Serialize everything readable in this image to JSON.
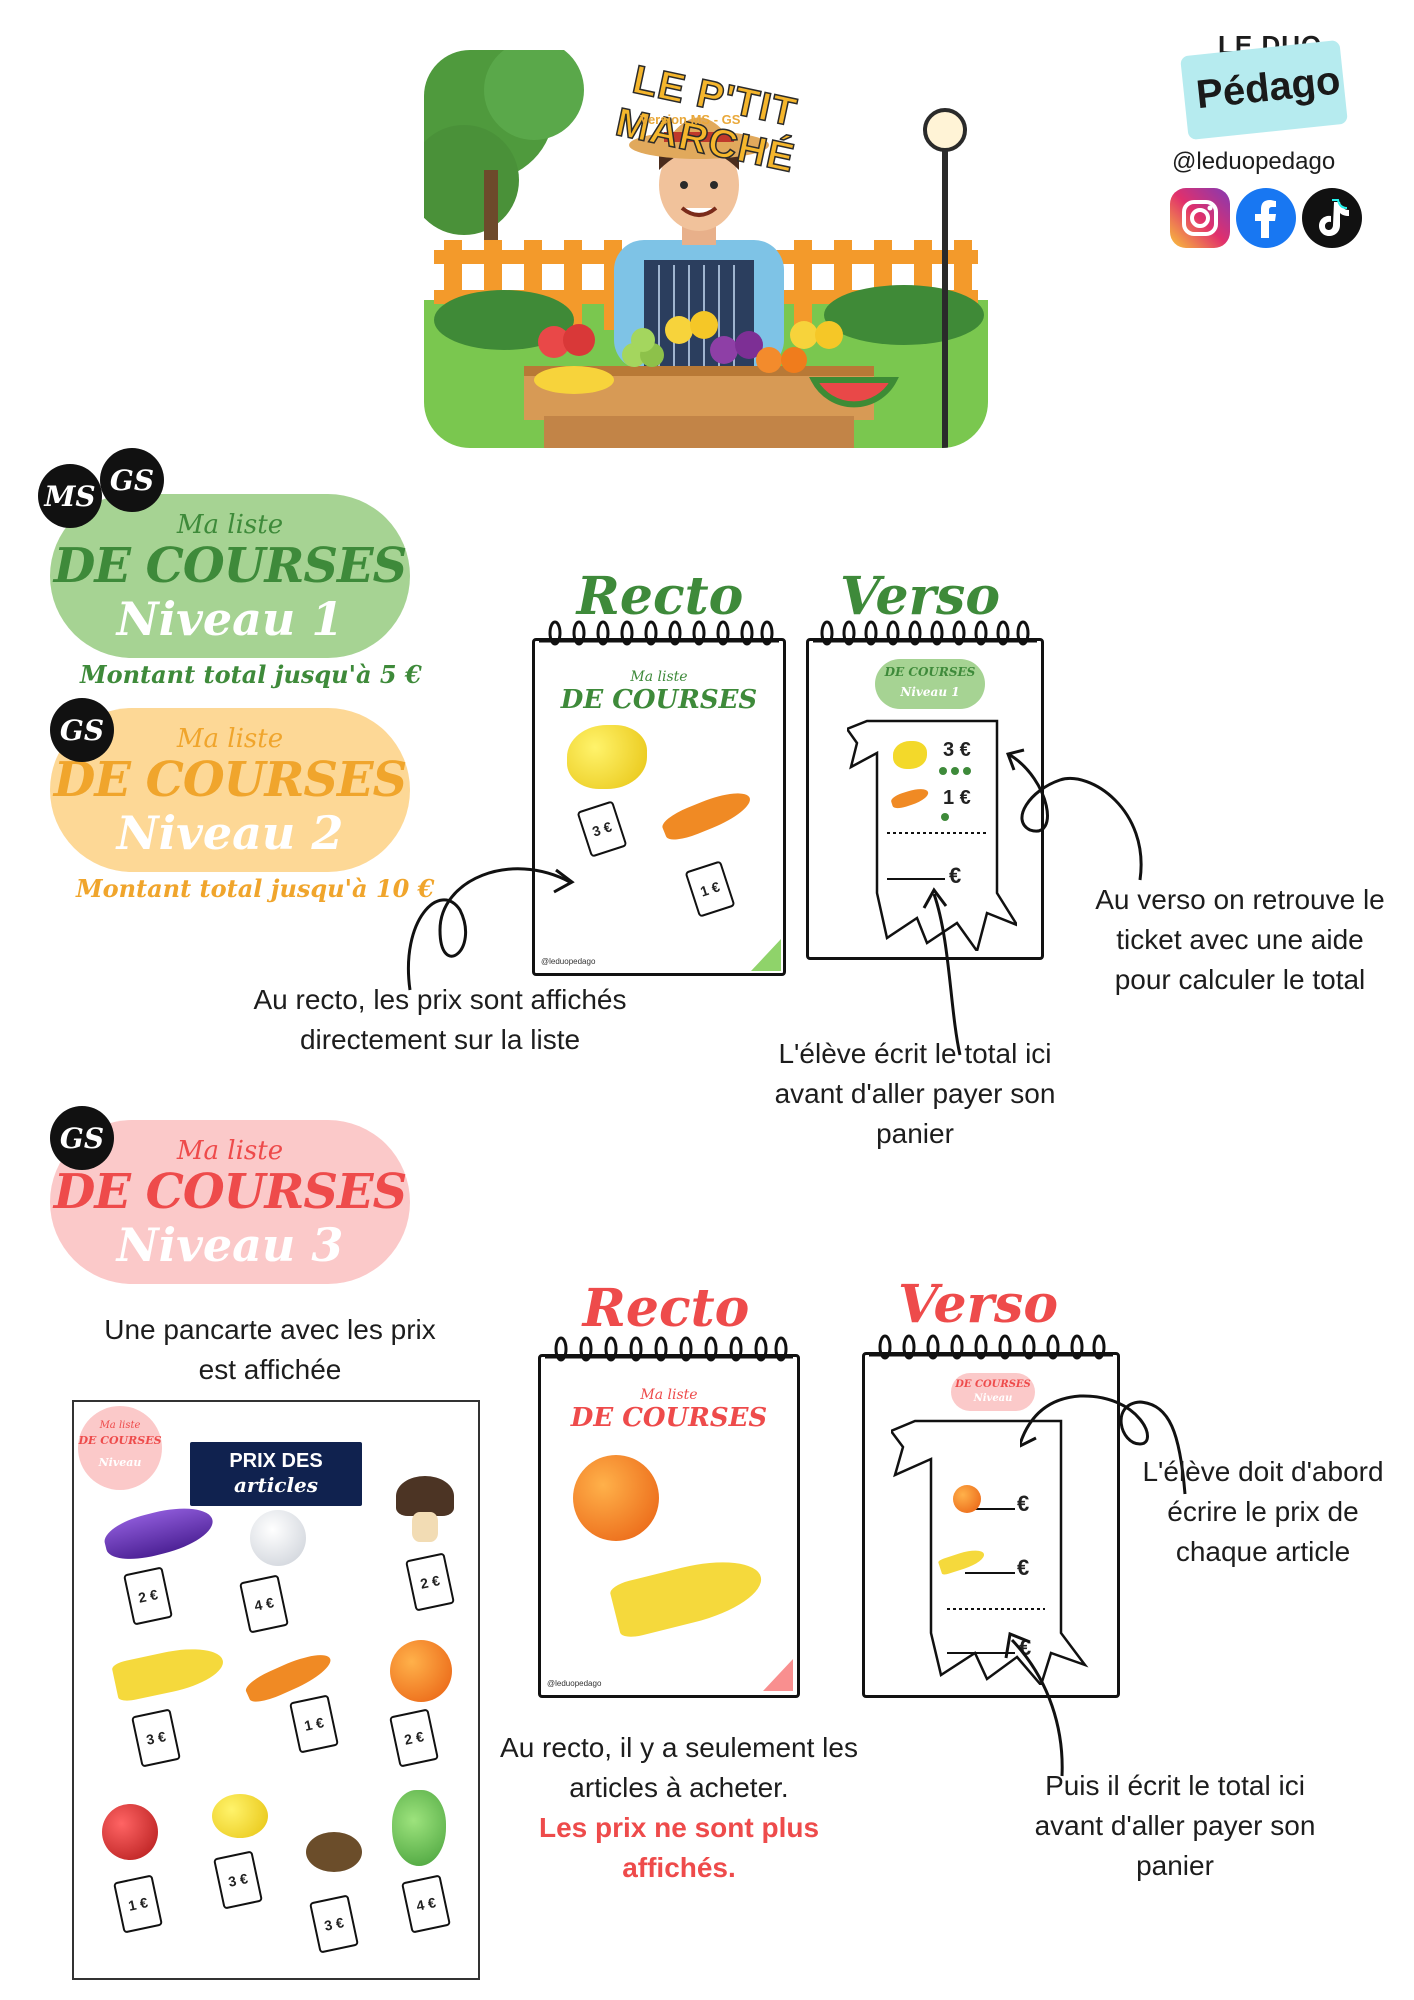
{
  "brand": {
    "top": "LE DUO",
    "name": "Pédago",
    "handle": "@leduopedago",
    "socials": [
      "instagram-icon",
      "facebook-icon",
      "tiktok-icon"
    ]
  },
  "hero": {
    "title": "LE P'TIT MARCHÉ",
    "version": "Version MS - GS"
  },
  "levels": [
    {
      "badges": [
        "MS",
        "GS"
      ],
      "small": "Ma liste",
      "main": "DE COURSES",
      "level": "Niveau 1",
      "amount": "Montant total jusqu'à 5 €",
      "color": "#a6d393",
      "accent": "#3e8a3a"
    },
    {
      "badges": [
        "GS"
      ],
      "small": "Ma liste",
      "main": "DE COURSES",
      "level": "Niveau 2",
      "amount": "Montant total jusqu'à 10 €",
      "color": "#fdd896",
      "accent": "#f0a52c"
    },
    {
      "badges": [
        "GS"
      ],
      "small": "Ma liste",
      "main": "DE COURSES",
      "level": "Niveau 3",
      "color": "#fbc9c9",
      "accent": "#ee4b4b"
    }
  ],
  "section1": {
    "recto_title": "Recto",
    "verso_title": "Verso",
    "pad_small": "Ma liste",
    "pad_main": "DE COURSES",
    "mini_level": "Niveau 1",
    "footer": "@leduopedago",
    "tag_lemon": "3 €",
    "tag_carrot": "1 €",
    "ticket_lemon": "3 €",
    "ticket_carrot": "1 €",
    "ticket_total": "€",
    "note_recto": "Au recto, les prix sont affichés directement sur la liste",
    "note_total": "L'élève écrit le total ici avant d'aller payer son panier",
    "note_verso": "Au verso on retrouve le ticket avec une aide pour calculer le total"
  },
  "section2": {
    "recto_title": "Recto",
    "verso_title": "Verso",
    "pad_small": "Ma liste",
    "pad_main": "DE COURSES",
    "mini_level": "Niveau",
    "footer": "@leduopedago",
    "ticket_unit1": "€",
    "ticket_unit2": "€",
    "ticket_total": "€",
    "note_sign": "Une pancarte avec les prix est affichée",
    "note_recto": "Au recto, il y a seulement les articles à acheter.",
    "note_recto_bold": "Les prix ne sont plus affichés.",
    "note_price": "L'élève doit d'abord écrire le prix de chaque article",
    "note_total": "Puis il écrit le total ici avant d'aller payer son panier"
  },
  "poster": {
    "small": "Ma liste",
    "main": "DE COURSES",
    "level": "Niveau",
    "head1": "PRIX DES",
    "head2": "articles",
    "prices": [
      "2 €",
      "4 €",
      "2 €",
      "3 €",
      "1 €",
      "2 €",
      "1 €",
      "3 €",
      "3 €",
      "4 €"
    ]
  }
}
